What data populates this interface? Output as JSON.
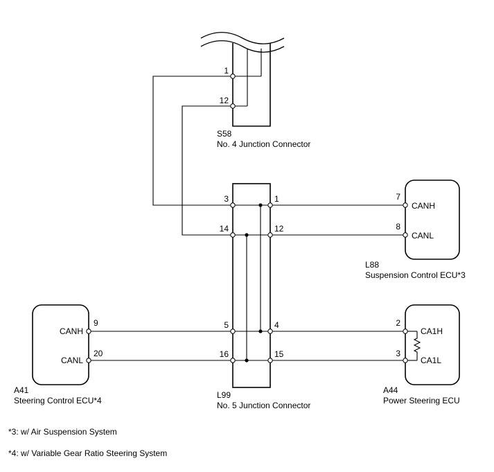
{
  "connectors": {
    "s58": {
      "code": "S58",
      "name": "No. 4 Junction Connector",
      "pins": [
        "1",
        "12"
      ]
    },
    "l99": {
      "code": "L99",
      "name": "No. 5 Junction Connector",
      "pins_left": [
        "3",
        "14",
        "5",
        "16"
      ],
      "pins_right": [
        "1",
        "12",
        "4",
        "15"
      ]
    }
  },
  "ecus": {
    "l88": {
      "code": "L88",
      "name": "Suspension Control ECU*3",
      "pins": [
        "7",
        "8"
      ],
      "terminals": [
        "CANH",
        "CANL"
      ]
    },
    "a41": {
      "code": "A41",
      "name": "Steering Control ECU*4",
      "pins": [
        "9",
        "20"
      ],
      "terminals": [
        "CANH",
        "CANL"
      ]
    },
    "a44": {
      "code": "A44",
      "name": "Power Steering ECU",
      "pins": [
        "2",
        "3"
      ],
      "terminals": [
        "CA1H",
        "CA1L"
      ]
    }
  },
  "notes": [
    "*3: w/ Air Suspension System",
    "*4: w/ Variable Gear Ratio Steering System"
  ]
}
